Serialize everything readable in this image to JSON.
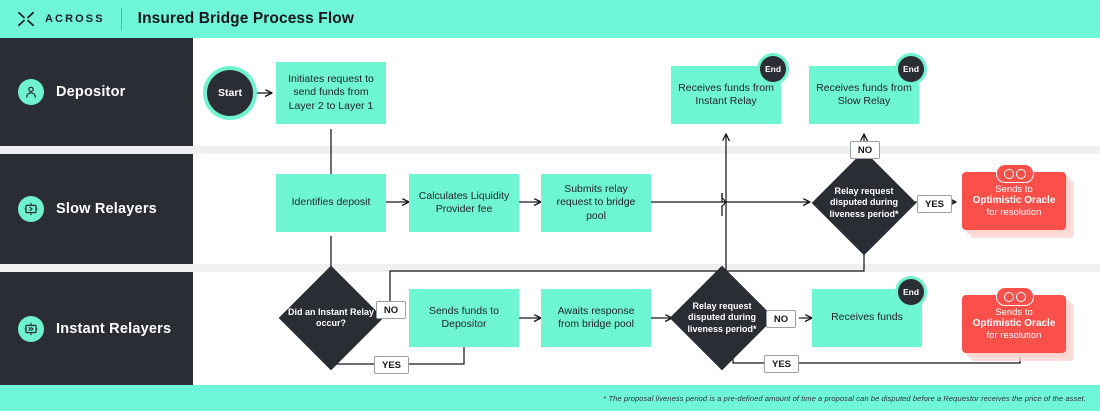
{
  "header": {
    "logo_text": "ACROSS",
    "logo_icon": "across-x-icon",
    "title": "Insured Bridge Process Flow"
  },
  "lanes": [
    {
      "id": "depositor",
      "label": "Depositor",
      "icon": "person-icon"
    },
    {
      "id": "slow-relayers",
      "label": "Slow Relayers",
      "icon": "relay-chevron-icon"
    },
    {
      "id": "instant-relayers",
      "label": "Instant Relayers",
      "icon": "relay-double-chevron-icon"
    }
  ],
  "nodes": {
    "start": "Start",
    "initiates_request": "Initiates request to send funds from Layer 2 to Layer 1",
    "receives_instant": "Receives funds from Instant Relay",
    "receives_slow": "Receives funds from Slow Relay",
    "identifies_deposit": "Identifies deposit",
    "calculates_fee": "Calculates Liquidity Provider fee",
    "submits_relay": "Submits relay request to bridge pool",
    "slow_dispute": "Relay request disputed during liveness period*",
    "did_instant_relay": "Did an Instant Relay occur?",
    "sends_funds_depositor": "Sends funds to Depositor",
    "awaits_response": "Awaits response from bridge pool",
    "instant_dispute": "Relay request disputed during liveness period*",
    "receives_funds": "Receives funds"
  },
  "oracle_cards": [
    {
      "id": "oracle-slow",
      "line1": "Sends to",
      "line2": "Optimistic Oracle",
      "line3": "for resolution",
      "badge": "OO",
      "color": "#fa5049"
    },
    {
      "id": "oracle-instant",
      "line1": "Sends to",
      "line2": "Optimistic Oracle",
      "line3": "for resolution",
      "badge": "OO",
      "color": "#fa5049"
    }
  ],
  "badges": {
    "end": "End"
  },
  "edge_labels": {
    "slow_no": "NO",
    "slow_yes": "YES",
    "instant_no_branch": "NO",
    "instant_yes_branch": "YES",
    "dispute_no": "NO",
    "dispute_yes": "YES"
  },
  "footer": {
    "note": "* The proposal liveness period is a pre-defined amount of time a proposal can be disputed before a Requestor receives the price of the asset."
  },
  "colors": {
    "brand_teal": "#6ff6d8",
    "node_teal": "#6ef5d1",
    "dark": "#2b2d35",
    "red": "#fa5049",
    "white": "#ffffff"
  }
}
